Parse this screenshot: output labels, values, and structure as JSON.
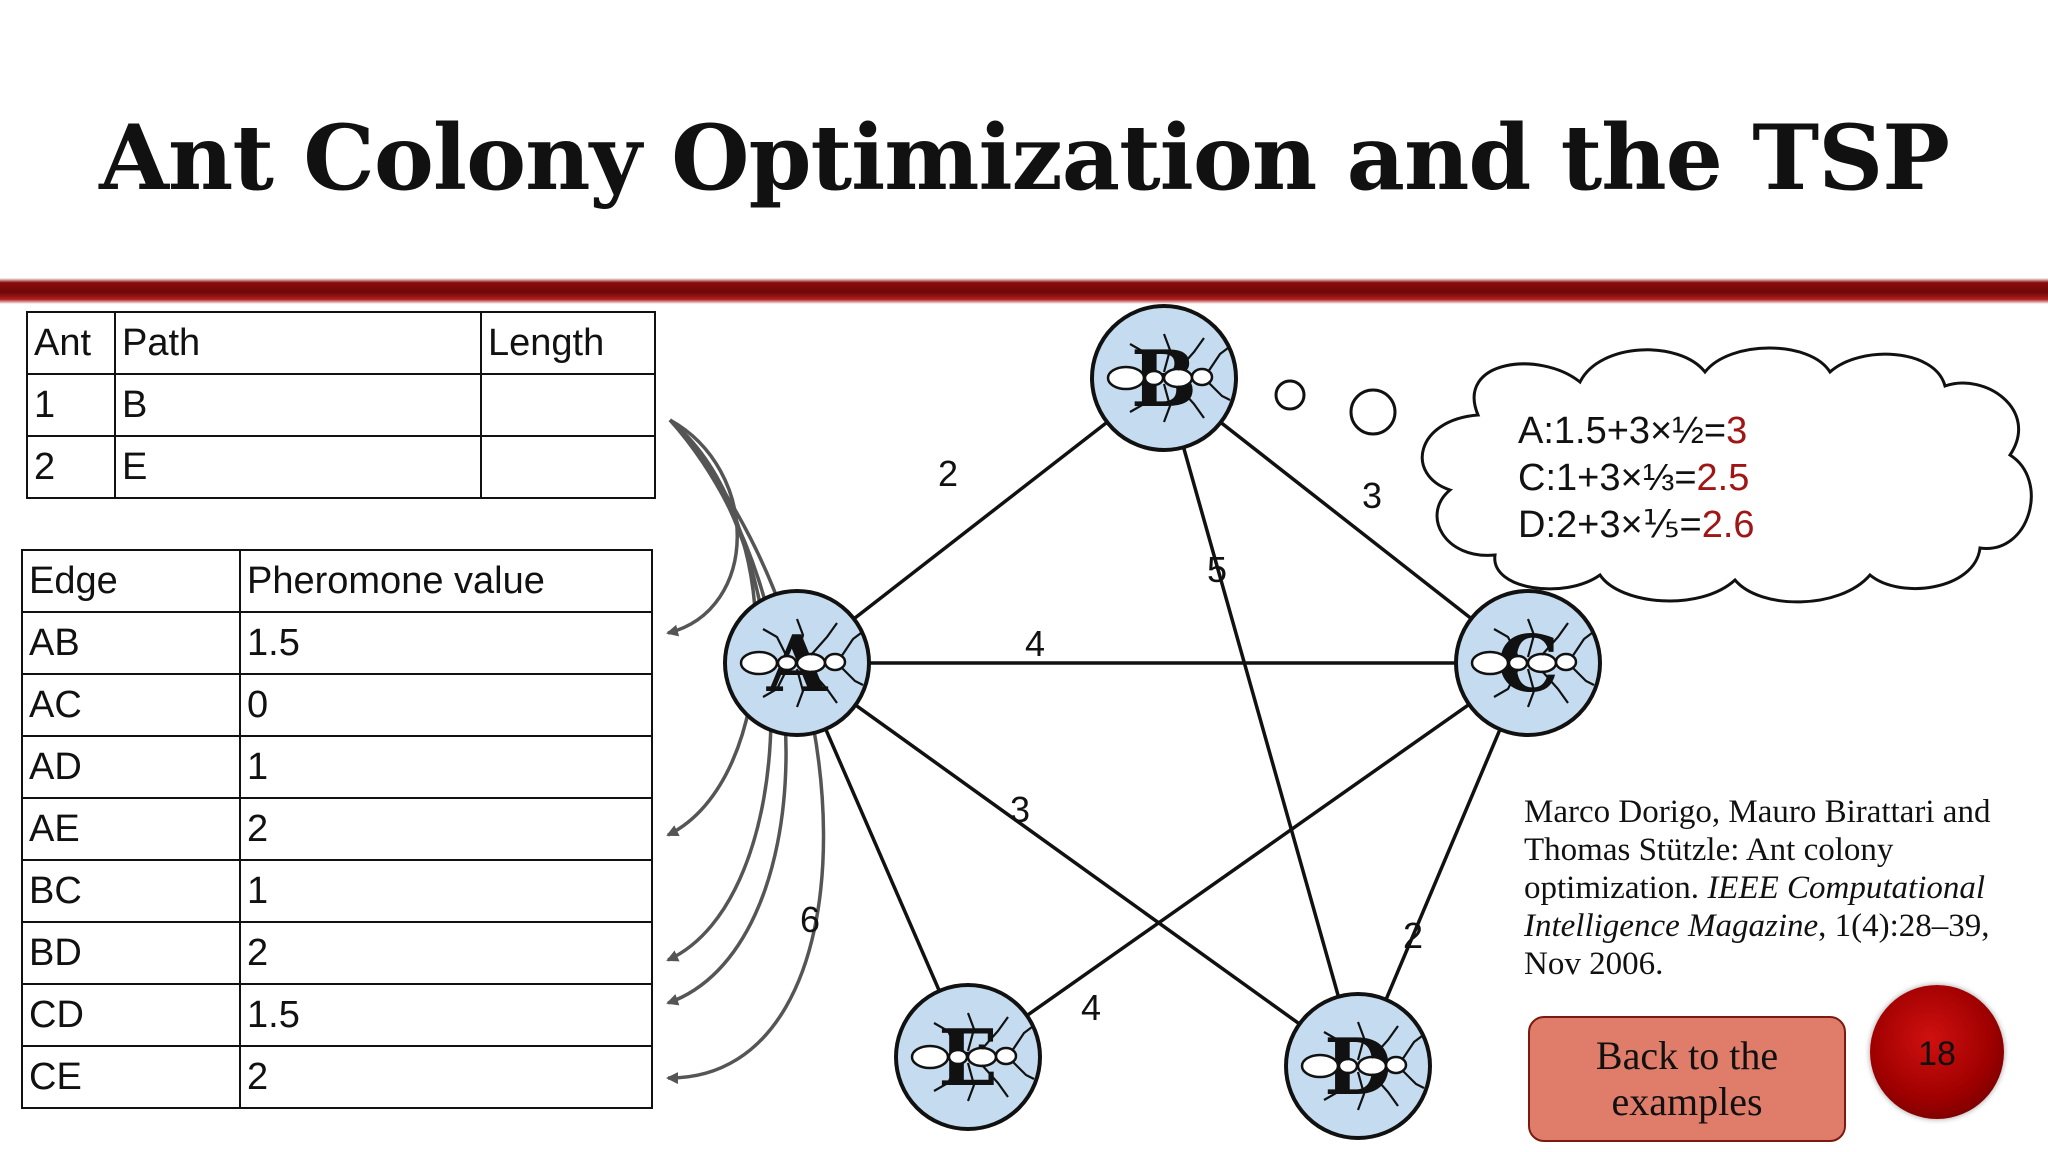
{
  "slide": {
    "title": "Ant Colony Optimization and the TSP",
    "page_number": "18",
    "back_button_label_line1": "Back to the",
    "back_button_label_line2": "examples"
  },
  "ant_table": {
    "headers": [
      "Ant",
      "Path",
      "Length"
    ],
    "rows": [
      [
        "1",
        "B",
        ""
      ],
      [
        "2",
        "E",
        ""
      ]
    ]
  },
  "edge_table": {
    "headers": [
      "Edge",
      "Pheromone value"
    ],
    "rows": [
      [
        "AB",
        "1.5"
      ],
      [
        "AC",
        "0"
      ],
      [
        "AD",
        "1"
      ],
      [
        "AE",
        "2"
      ],
      [
        "BC",
        "1"
      ],
      [
        "BD",
        "2"
      ],
      [
        "CD",
        "1.5"
      ],
      [
        "CE",
        "2"
      ]
    ]
  },
  "graph": {
    "nodes": [
      {
        "id": "A",
        "label": "A"
      },
      {
        "id": "B",
        "label": "B"
      },
      {
        "id": "C",
        "label": "C"
      },
      {
        "id": "D",
        "label": "D"
      },
      {
        "id": "E",
        "label": "E"
      }
    ],
    "edges": [
      {
        "from": "A",
        "to": "B",
        "weight": "2"
      },
      {
        "from": "B",
        "to": "C",
        "weight": "3"
      },
      {
        "from": "B",
        "to": "D",
        "weight": "5"
      },
      {
        "from": "A",
        "to": "C",
        "weight": "4"
      },
      {
        "from": "A",
        "to": "D",
        "weight": "3"
      },
      {
        "from": "A",
        "to": "E",
        "weight": "6"
      },
      {
        "from": "C",
        "to": "E",
        "weight": "4"
      },
      {
        "from": "C",
        "to": "D",
        "weight": "2"
      }
    ]
  },
  "thought": {
    "lines": [
      {
        "prefix": "A:1.5+3×½=",
        "value": "3"
      },
      {
        "prefix": "C:1+3×⅓=",
        "value": "2.5"
      },
      {
        "prefix": "D:2+3×⅕=",
        "value": "2.6"
      }
    ]
  },
  "citation": {
    "authors": "Marco Dorigo, Mauro Birattari and Thomas Stützle: Ant colony optimization.",
    "journal": "IEEE Computational Intelligence Magazine",
    "details": ", 1(4):28–39, Nov 2006."
  },
  "colors": {
    "accent_red": "#a01616",
    "node_fill": "#c5dcf0",
    "button_fill": "#e07c6a"
  }
}
